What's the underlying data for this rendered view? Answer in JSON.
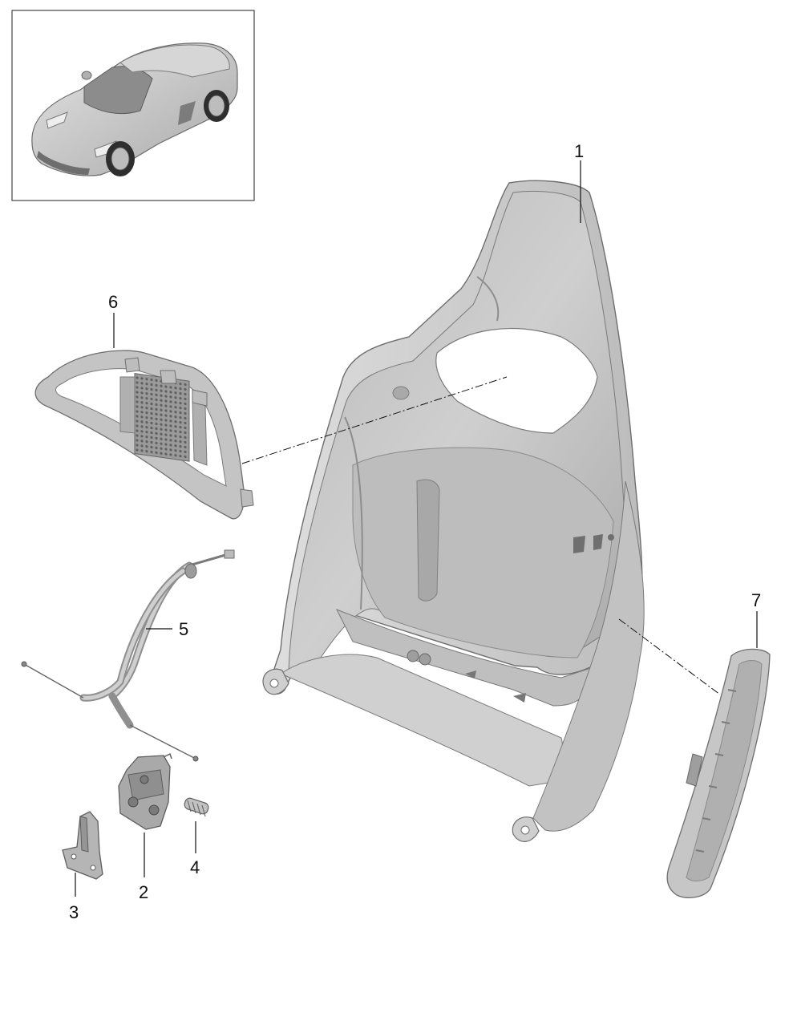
{
  "inset": {
    "icon": "car-icon",
    "description_hidden": true
  },
  "callouts": [
    {
      "id": "1",
      "label": "1",
      "part": "backrest-shell"
    },
    {
      "id": "2",
      "label": "2",
      "part": "latch"
    },
    {
      "id": "3",
      "label": "3",
      "part": "bracket"
    },
    {
      "id": "4",
      "label": "4",
      "part": "spring"
    },
    {
      "id": "5",
      "label": "5",
      "part": "bowden-cable"
    },
    {
      "id": "6",
      "label": "6",
      "part": "headrest-trim-frame"
    },
    {
      "id": "7",
      "label": "7",
      "part": "side-bolster-trim"
    }
  ],
  "colors": {
    "part_fill": "#c9c9c9",
    "part_shade": "#9d9d9d",
    "part_light": "#e6e6e6",
    "outline": "#6e6e6e",
    "leader": "#111111"
  }
}
